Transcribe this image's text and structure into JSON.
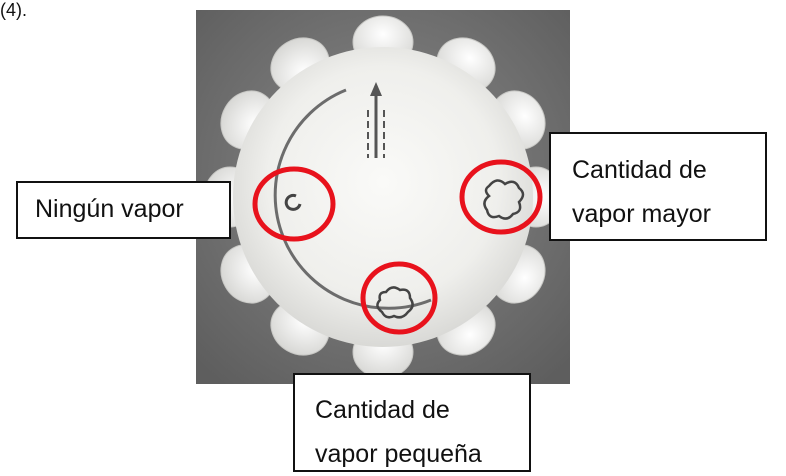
{
  "figure_label": "(4).",
  "callouts": {
    "no_steam": "Ningún vapor",
    "large_steam_line1": "Cantidad de",
    "large_steam_line2": "vapor mayor",
    "small_steam_line1": "Cantidad de",
    "small_steam_line2": "vapor pequeña"
  },
  "colors": {
    "highlight_ring": "#e8121c",
    "dial_white": "#f1f1ee",
    "photo_background": "#6f6f6f",
    "callout_border": "#111111"
  },
  "icons": [
    "arrow-up-icon",
    "no-steam-icon",
    "small-cloud-icon",
    "large-cloud-icon"
  ]
}
